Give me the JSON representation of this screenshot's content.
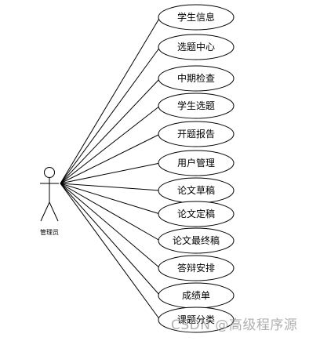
{
  "actor": {
    "label": "管理员"
  },
  "use_cases": [
    {
      "label": "学生信息"
    },
    {
      "label": "选题中心"
    },
    {
      "label": "中期检查"
    },
    {
      "label": "学生选题"
    },
    {
      "label": "开题报告"
    },
    {
      "label": "用户管理"
    },
    {
      "label": "论文草稿"
    },
    {
      "label": "论文定稿"
    },
    {
      "label": "论文最终稿"
    },
    {
      "label": "答辩安排"
    },
    {
      "label": "成绩单"
    },
    {
      "label": "课题分类"
    }
  ],
  "watermark": {
    "text": "CSDN @高级程序源"
  },
  "colors": {
    "stroke": "#000000",
    "background": "#ffffff"
  }
}
